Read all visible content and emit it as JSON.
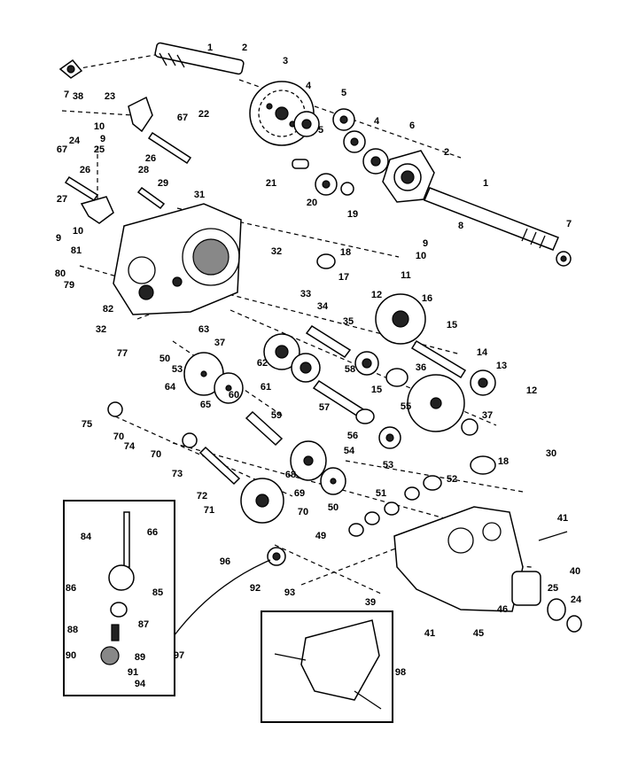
{
  "diagram": {
    "labels": [
      "1",
      "2",
      "3",
      "4",
      "5",
      "5",
      "4",
      "6",
      "2",
      "1",
      "7",
      "7",
      "38",
      "23",
      "67",
      "22",
      "10",
      "9",
      "24",
      "25",
      "26",
      "26",
      "67",
      "21",
      "20",
      "8",
      "28",
      "29",
      "27",
      "9",
      "10",
      "81",
      "31",
      "19",
      "9",
      "10",
      "32",
      "18",
      "11",
      "80",
      "79",
      "17",
      "12",
      "82",
      "33",
      "34",
      "35",
      "16",
      "15",
      "32",
      "63",
      "37",
      "50",
      "77",
      "53",
      "62",
      "58",
      "14",
      "13",
      "12",
      "64",
      "65",
      "60",
      "61",
      "36",
      "15",
      "59",
      "57",
      "55",
      "75",
      "70",
      "74",
      "70",
      "73",
      "56",
      "54",
      "37",
      "53",
      "18",
      "30",
      "72",
      "68",
      "69",
      "51",
      "52",
      "71",
      "70",
      "50",
      "49",
      "41",
      "84",
      "66",
      "96",
      "86",
      "85",
      "87",
      "92",
      "93",
      "39",
      "40",
      "25",
      "24",
      "46",
      "45",
      "41",
      "88",
      "89",
      "90",
      "91",
      "94",
      "97",
      "98"
    ]
  }
}
